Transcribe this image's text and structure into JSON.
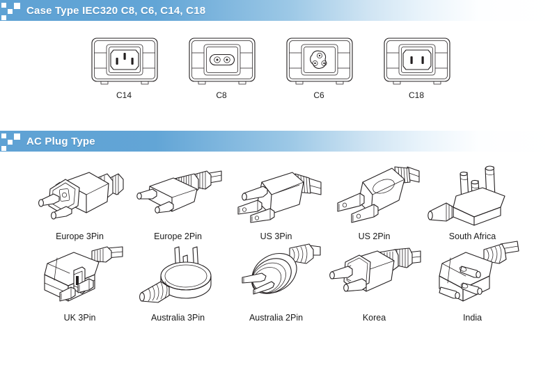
{
  "sections": [
    {
      "id": "case-type",
      "title": "Case Type IEC320 C8, C6, C14, C18",
      "icon": "pixel-squares-icon",
      "accent_color": "#5fa2d4",
      "items": [
        {
          "label": "C14",
          "art": "iec-c14"
        },
        {
          "label": "C8",
          "art": "iec-c8"
        },
        {
          "label": "C6",
          "art": "iec-c6"
        },
        {
          "label": "C18",
          "art": "iec-c18"
        }
      ]
    },
    {
      "id": "ac-plug-type",
      "title": "AC Plug Type",
      "icon": "pixel-squares-icon",
      "accent_color": "#5fa2d4",
      "rows": [
        [
          {
            "label": "Europe 3Pin",
            "art": "plug-europe-3pin"
          },
          {
            "label": "Europe 2Pin",
            "art": "plug-europe-2pin"
          },
          {
            "label": "US 3Pin",
            "art": "plug-us-3pin"
          },
          {
            "label": "US 2Pin",
            "art": "plug-us-2pin"
          },
          {
            "label": "South Africa",
            "art": "plug-south-africa"
          }
        ],
        [
          {
            "label": "UK 3Pin",
            "art": "plug-uk-3pin"
          },
          {
            "label": "Australia 3Pin",
            "art": "plug-australia-3pin"
          },
          {
            "label": "Australia 2Pin",
            "art": "plug-australia-2pin"
          },
          {
            "label": "Korea",
            "art": "plug-korea"
          },
          {
            "label": "India",
            "art": "plug-india"
          }
        ]
      ]
    }
  ],
  "colors": {
    "header_gradient_start": "#5fa2d4",
    "header_gradient_end": "#ffffff",
    "header_text": "#ffffff",
    "line_art": "#231f20",
    "caption_text": "#1a1a1a",
    "page_background": "#ffffff"
  }
}
